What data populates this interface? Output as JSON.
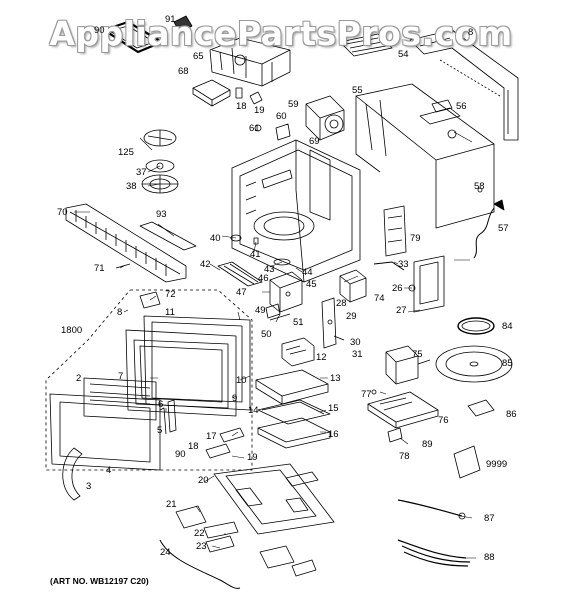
{
  "watermark": "AppliancePartsPros.com",
  "art_number": "(ART NO. WB12197 C20)",
  "callouts": [
    {
      "id": "c91",
      "text": "91"
    },
    {
      "id": "c90",
      "text": "90"
    },
    {
      "id": "c8",
      "text": "8"
    },
    {
      "id": "c65",
      "text": "65"
    },
    {
      "id": "c68",
      "text": "68"
    },
    {
      "id": "c54",
      "text": "54"
    },
    {
      "id": "c55",
      "text": "55"
    },
    {
      "id": "c18",
      "text": "18"
    },
    {
      "id": "c19",
      "text": "19"
    },
    {
      "id": "c59",
      "text": "59"
    },
    {
      "id": "c56",
      "text": "56"
    },
    {
      "id": "c60",
      "text": "60"
    },
    {
      "id": "c61",
      "text": "61"
    },
    {
      "id": "c125",
      "text": "125"
    },
    {
      "id": "c69",
      "text": "69"
    },
    {
      "id": "c37",
      "text": "37"
    },
    {
      "id": "c38",
      "text": "38"
    },
    {
      "id": "c58",
      "text": "58"
    },
    {
      "id": "c70",
      "text": "70"
    },
    {
      "id": "c93",
      "text": "93"
    },
    {
      "id": "c79",
      "text": "79"
    },
    {
      "id": "c57",
      "text": "57"
    },
    {
      "id": "c40",
      "text": "40"
    },
    {
      "id": "c41",
      "text": "41"
    },
    {
      "id": "c71",
      "text": "71"
    },
    {
      "id": "c42",
      "text": "42"
    },
    {
      "id": "c43",
      "text": "43"
    },
    {
      "id": "c44",
      "text": "44"
    },
    {
      "id": "c33",
      "text": "33"
    },
    {
      "id": "c46",
      "text": "46"
    },
    {
      "id": "c45",
      "text": "45"
    },
    {
      "id": "c26",
      "text": "26"
    },
    {
      "id": "c47",
      "text": "47"
    },
    {
      "id": "c28",
      "text": "28"
    },
    {
      "id": "c74",
      "text": "74"
    },
    {
      "id": "c72",
      "text": "72"
    },
    {
      "id": "c29",
      "text": "29"
    },
    {
      "id": "c49",
      "text": "49"
    },
    {
      "id": "c27",
      "text": "27"
    },
    {
      "id": "c11",
      "text": "11"
    },
    {
      "id": "c51",
      "text": "51"
    },
    {
      "id": "c84",
      "text": "84"
    },
    {
      "id": "c8b",
      "text": "8"
    },
    {
      "id": "c50",
      "text": "50"
    },
    {
      "id": "c1800",
      "text": "1800"
    },
    {
      "id": "c30",
      "text": "30"
    },
    {
      "id": "c75",
      "text": "75"
    },
    {
      "id": "c31",
      "text": "31"
    },
    {
      "id": "c12",
      "text": "12"
    },
    {
      "id": "c85",
      "text": "85"
    },
    {
      "id": "c7",
      "text": "7"
    },
    {
      "id": "c10",
      "text": "10"
    },
    {
      "id": "c2",
      "text": "2"
    },
    {
      "id": "c13",
      "text": "13"
    },
    {
      "id": "c9",
      "text": "9"
    },
    {
      "id": "c77",
      "text": "77"
    },
    {
      "id": "c6",
      "text": "6"
    },
    {
      "id": "c14",
      "text": "14"
    },
    {
      "id": "c15",
      "text": "15"
    },
    {
      "id": "c76",
      "text": "76"
    },
    {
      "id": "c86",
      "text": "86"
    },
    {
      "id": "c5",
      "text": "5"
    },
    {
      "id": "c16",
      "text": "16"
    },
    {
      "id": "c17",
      "text": "17"
    },
    {
      "id": "c89",
      "text": "89"
    },
    {
      "id": "c18b",
      "text": "18"
    },
    {
      "id": "c90b",
      "text": "90"
    },
    {
      "id": "c19b",
      "text": "19"
    },
    {
      "id": "c78",
      "text": "78"
    },
    {
      "id": "c4",
      "text": "4"
    },
    {
      "id": "c9999",
      "text": "9999"
    },
    {
      "id": "c3",
      "text": "3"
    },
    {
      "id": "c20",
      "text": "20"
    },
    {
      "id": "c21",
      "text": "21"
    },
    {
      "id": "c87",
      "text": "87"
    },
    {
      "id": "c22",
      "text": "22"
    },
    {
      "id": "c23",
      "text": "23"
    },
    {
      "id": "c24",
      "text": "24"
    },
    {
      "id": "c88",
      "text": "88"
    }
  ]
}
